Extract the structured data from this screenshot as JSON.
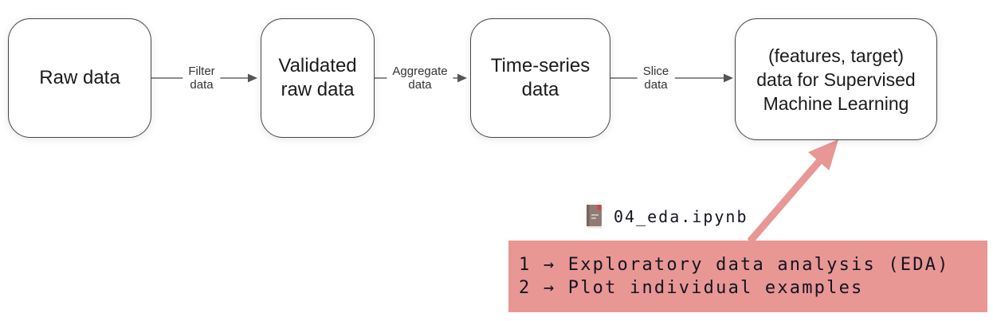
{
  "flow": {
    "boxes": [
      {
        "name": "raw-data",
        "lines": [
          "Raw data"
        ]
      },
      {
        "name": "validated-raw-data",
        "lines": [
          "Validated",
          "raw data"
        ]
      },
      {
        "name": "time-series-data",
        "lines": [
          "Time-series",
          "data"
        ]
      },
      {
        "name": "features-target",
        "lines": [
          "(features, target)",
          "data for Supervised",
          "Machine Learning"
        ]
      }
    ],
    "connectors": [
      {
        "name": "filter-data",
        "lines": [
          "Filter",
          "data"
        ]
      },
      {
        "name": "aggregate-data",
        "lines": [
          "Aggregate",
          "data"
        ]
      },
      {
        "name": "slice-data",
        "lines": [
          "Slice",
          "data"
        ]
      }
    ]
  },
  "annotation": {
    "file_label": "04_eda.ipynb",
    "icon": "notebook-icon",
    "steps": [
      "1 → Exploratory data analysis (EDA)",
      "2 → Plot individual examples"
    ]
  },
  "colors": {
    "highlight_pink": "#e89795",
    "box_border": "#454545",
    "connector_gray": "#666666",
    "arrowhead_gray": "#555555",
    "mono_text": "#14141f",
    "box_text": "#1b1b1b"
  }
}
